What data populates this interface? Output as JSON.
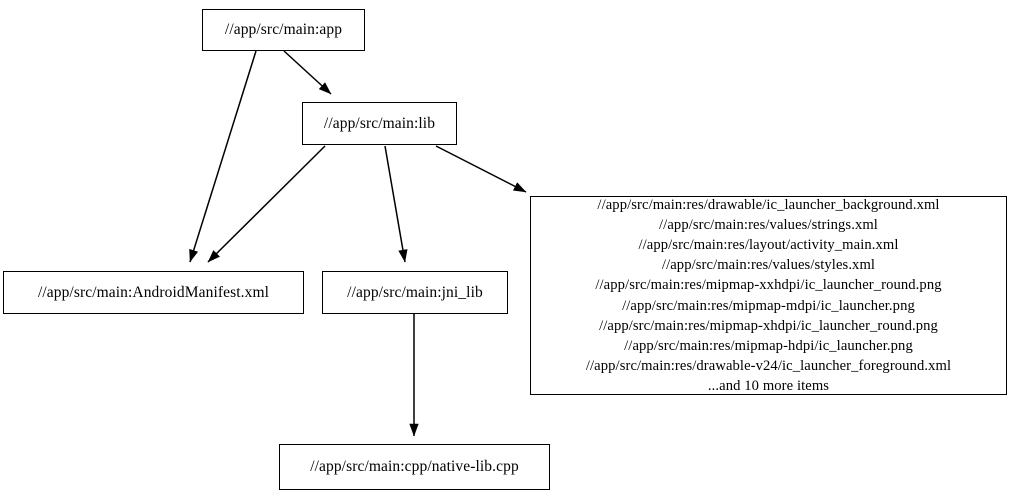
{
  "graph": {
    "nodes": [
      {
        "id": "app",
        "label": "//app/src/main:app"
      },
      {
        "id": "lib",
        "label": "//app/src/main:lib"
      },
      {
        "id": "manifest",
        "label": "//app/src/main:AndroidManifest.xml"
      },
      {
        "id": "jni",
        "label": "//app/src/main:jni_lib"
      },
      {
        "id": "res",
        "label": "//app/src/main:res/drawable/ic_launcher_background.xml\n//app/src/main:res/values/strings.xml\n//app/src/main:res/layout/activity_main.xml\n//app/src/main:res/values/styles.xml\n//app/src/main:res/mipmap-xxhdpi/ic_launcher_round.png\n//app/src/main:res/mipmap-mdpi/ic_launcher.png\n//app/src/main:res/mipmap-xhdpi/ic_launcher_round.png\n//app/src/main:res/mipmap-hdpi/ic_launcher.png\n//app/src/main:res/drawable-v24/ic_launcher_foreground.xml\n...and 10 more items",
        "lines": [
          "//app/src/main:res/drawable/ic_launcher_background.xml",
          "//app/src/main:res/values/strings.xml",
          "//app/src/main:res/layout/activity_main.xml",
          "//app/src/main:res/values/styles.xml",
          "//app/src/main:res/mipmap-xxhdpi/ic_launcher_round.png",
          "//app/src/main:res/mipmap-mdpi/ic_launcher.png",
          "//app/src/main:res/mipmap-xhdpi/ic_launcher_round.png",
          "//app/src/main:res/mipmap-hdpi/ic_launcher.png",
          "//app/src/main:res/drawable-v24/ic_launcher_foreground.xml",
          "...and 10 more items"
        ]
      },
      {
        "id": "cpp",
        "label": "//app/src/main:cpp/native-lib.cpp"
      }
    ],
    "edges": [
      {
        "from": "app",
        "to": "lib"
      },
      {
        "from": "app",
        "to": "manifest"
      },
      {
        "from": "lib",
        "to": "manifest"
      },
      {
        "from": "lib",
        "to": "jni"
      },
      {
        "from": "lib",
        "to": "res"
      },
      {
        "from": "jni",
        "to": "cpp"
      }
    ],
    "style": {
      "node_fill": "#ffffff",
      "node_border": "#000000",
      "edge_color": "#000000",
      "text_color": "#000000",
      "background": "#ffffff"
    }
  }
}
